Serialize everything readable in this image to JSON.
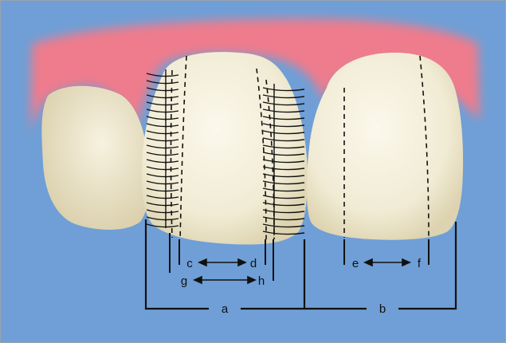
{
  "colors": {
    "background": "#6f9fd6",
    "gum": "#ee7b8c",
    "tooth": "#f1ebd4",
    "ink": "#111111"
  },
  "labels": {
    "a": "a",
    "b": "b",
    "c": "c",
    "d": "d",
    "e": "e",
    "f": "f",
    "g": "g",
    "h": "h"
  }
}
